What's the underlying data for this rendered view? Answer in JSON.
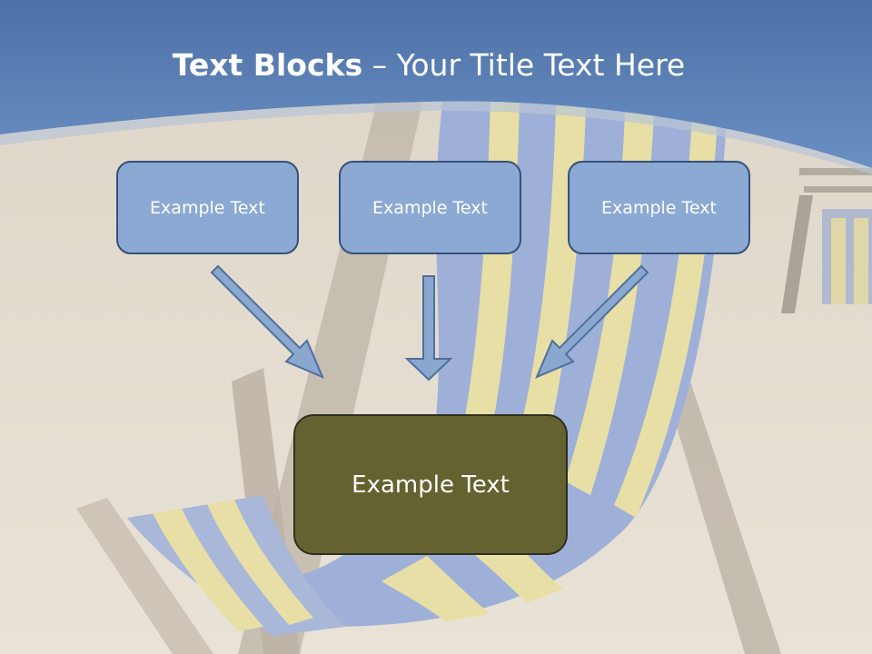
{
  "slide": {
    "title_bold": "Text Blocks",
    "title_dash": " – ",
    "title_rest": "Your Title Text Here",
    "boxes": [
      {
        "label": "Example Text"
      },
      {
        "label": "Example Text"
      },
      {
        "label": "Example Text"
      }
    ],
    "main_box": {
      "label": "Example Text"
    }
  },
  "colors": {
    "header_blue": "#5f84ba",
    "box_blue": "#8ba9d2",
    "box_border": "#35507a",
    "main_box_olive": "#656231",
    "arrow_fill": "#8aa8cf",
    "sand": "#e7ded0"
  }
}
